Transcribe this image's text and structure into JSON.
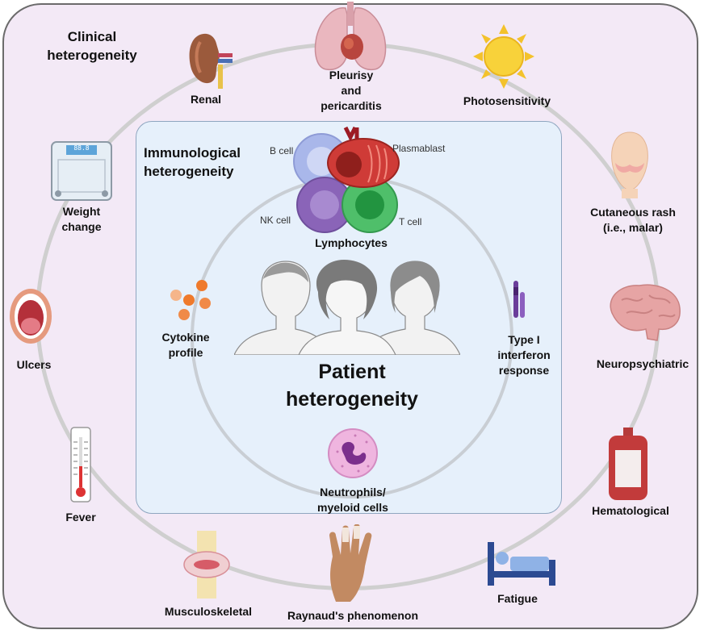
{
  "clinical_title": "Clinical\nheterogeneity",
  "immuno_title": "Immunological\nheterogeneity",
  "center_title": "Patient\nheterogeneity",
  "clinical": {
    "renal": "Renal",
    "pleurisy": "Pleurisy\nand\npericarditis",
    "photosensitivity": "Photosensitivity",
    "rash": "Cutaneous rash\n(i.e., malar)",
    "neuro": "Neuropsychiatric",
    "hematological": "Hematological",
    "fatigue": "Fatigue",
    "raynaud": "Raynaud's phenomenon",
    "musculoskeletal": "Musculoskeletal",
    "fever": "Fever",
    "ulcers": "Ulcers",
    "weight": "Weight\nchange"
  },
  "immuno": {
    "b_cell": "B cell",
    "plasmablast": "Plasmablast",
    "nk_cell": "NK cell",
    "t_cell": "T cell",
    "lymphocytes": "Lymphocytes",
    "cytokine": "Cytokine\nprofile",
    "interferon": "Type I\ninterferon\nresponse",
    "neutrophils": "Neutrophils/\nmyeloid cells"
  },
  "scale_display": "88.8"
}
